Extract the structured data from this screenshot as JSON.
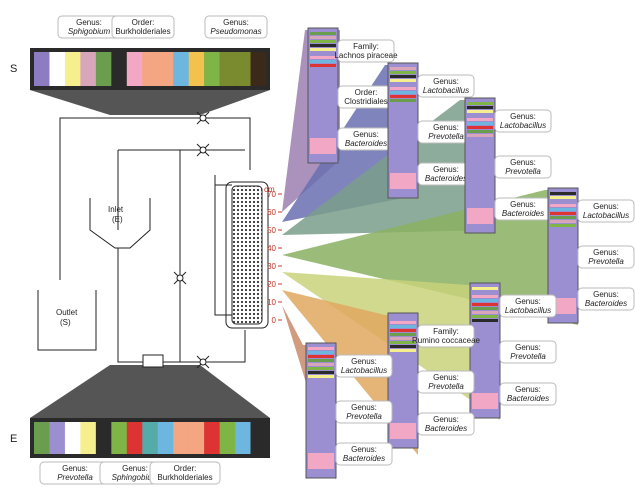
{
  "top_bar": {
    "letter": "S",
    "callouts": [
      {
        "rank": "Genus:",
        "name": "Sphigobium",
        "italic": true
      },
      {
        "rank": "Order:",
        "name": "Burkholderiales",
        "italic": false
      },
      {
        "rank": "Genus:",
        "name": "Pseudomonas",
        "italic": true
      }
    ],
    "segments": [
      "#8e7cc3",
      "#ffffff",
      "#f5ef8d",
      "#d9a5b9",
      "#6a9d4d",
      "#2a2a2a",
      "#f2a7c4",
      "#f4a582",
      "#f4a582",
      "#6db6e0",
      "#f2c14e",
      "#7fb446",
      "#7a8a2e",
      "#7a8a2e",
      "#3b2a1a"
    ]
  },
  "bottom_bar": {
    "letter": "E",
    "callouts": [
      {
        "rank": "Genus:",
        "name": "Prevotella",
        "italic": true
      },
      {
        "rank": "Genus:",
        "name": "Sphingobium",
        "italic": true
      },
      {
        "rank": "Order:",
        "name": "Burkholderiales",
        "italic": false
      }
    ],
    "segments": [
      "#6a9d4d",
      "#9b8fd1",
      "#ffffff",
      "#f5ef8d",
      "#2a2a2a",
      "#7fb446",
      "#d33",
      "#5aa",
      "#6db6e0",
      "#f4a582",
      "#f4a582",
      "#d33",
      "#7fb446",
      "#6db6e0",
      "#2a2a2a"
    ]
  },
  "reactor": {
    "inlet_label": "Inlet",
    "inlet_sub": "(E)",
    "outlet_label": "Outlet",
    "outlet_sub": "(S)",
    "scale_unit": "cm",
    "scale_ticks": [
      "70",
      "60",
      "50",
      "40",
      "30",
      "20",
      "10",
      "0"
    ]
  },
  "columns": [
    {
      "callouts": [
        {
          "rank": "Family:",
          "name": "Lachnos piraceae",
          "italic": false
        },
        {
          "rank": "Order:",
          "name": "Clostridiales",
          "italic": false
        },
        {
          "rank": "Genus:",
          "name": "Bacteroides",
          "italic": true
        }
      ]
    },
    {
      "callouts": [
        {
          "rank": "Genus:",
          "name": "Lactobacillus",
          "italic": true
        },
        {
          "rank": "Genus:",
          "name": "Prevotella",
          "italic": true
        },
        {
          "rank": "Genus:",
          "name": "Bacteroides",
          "italic": true
        }
      ]
    },
    {
      "callouts": [
        {
          "rank": "Genus:",
          "name": "Lactobacillus",
          "italic": true
        },
        {
          "rank": "Genus:",
          "name": "Prevotella",
          "italic": true
        },
        {
          "rank": "Genus:",
          "name": "Bacteroides",
          "italic": true
        }
      ]
    },
    {
      "callouts": [
        {
          "rank": "Genus:",
          "name": "Lactobacillus",
          "italic": true
        },
        {
          "rank": "Genus:",
          "name": "Prevotella",
          "italic": true
        },
        {
          "rank": "Genus:",
          "name": "Bacteroides",
          "italic": true
        }
      ]
    },
    {
      "callouts": [
        {
          "rank": "Genus:",
          "name": "Lactobacillus",
          "italic": true
        },
        {
          "rank": "Genus:",
          "name": "Prevotella",
          "italic": true
        },
        {
          "rank": "Genus:",
          "name": "Bacteroides",
          "italic": true
        }
      ]
    },
    {
      "callouts": [
        {
          "rank": "Family:",
          "name": "Rumino coccaceae",
          "italic": false
        },
        {
          "rank": "Genus:",
          "name": "Prevotella",
          "italic": true
        },
        {
          "rank": "Genus:",
          "name": "Bacteroides",
          "italic": true
        }
      ]
    },
    {
      "callouts": [
        {
          "rank": "Genus:",
          "name": "Lactobacillus",
          "italic": true
        },
        {
          "rank": "Genus:",
          "name": "Prevotella",
          "italic": true
        },
        {
          "rank": "Genus:",
          "name": "Bacteroides",
          "italic": true
        }
      ]
    }
  ]
}
